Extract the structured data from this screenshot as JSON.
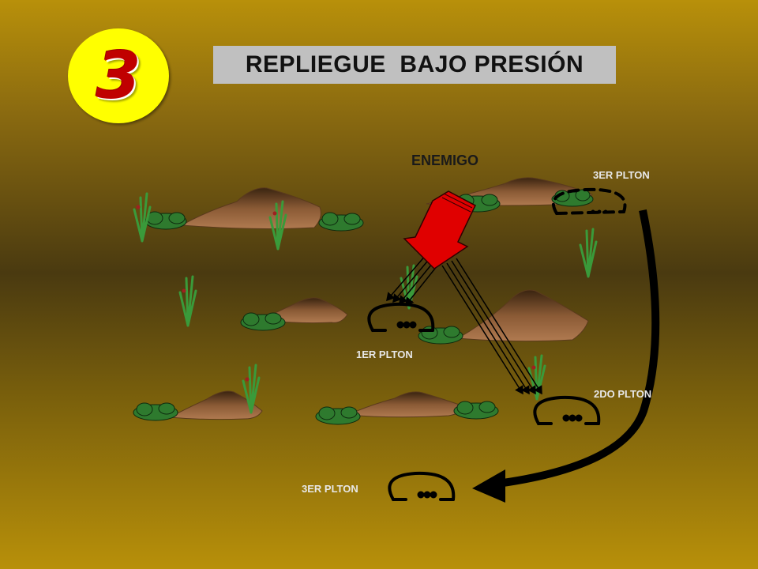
{
  "slide": {
    "number": "3",
    "title": "REPLIEGUE  BAJO PRESIÓN"
  },
  "labels": {
    "enemy": "ENEMIGO",
    "platoon_1": "1ER PLTON",
    "platoon_2": "2DO PLTON",
    "platoon_3_start": "3ER PLTON",
    "platoon_3_end": "3ER PLTON"
  },
  "colors": {
    "badge_fill": "#ffff00",
    "badge_number": "#c00000",
    "title_box": "#c0c0c0",
    "enemy_arrow": "#e00000",
    "hills": "#7a4a2a",
    "vegetation": "#2e7a2e"
  },
  "icons": {
    "enemy_arrow": "enemy-attack-arrow-icon",
    "platoon_symbol": "platoon-position-icon",
    "movement_arrow": "withdrawal-arrow-icon"
  }
}
